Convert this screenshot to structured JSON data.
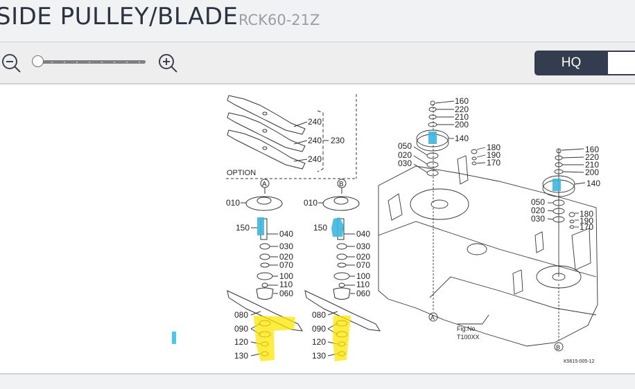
{
  "header": {
    "title": "SIDE PULLEY/BLADE",
    "model": "RCK60-21Z"
  },
  "toolbar": {
    "zoom_out_icon": "zoom-out-icon",
    "zoom_in_icon": "zoom-in-icon",
    "zoom_level": 0,
    "quality": {
      "hq_label": "HQ",
      "selected": "HQ"
    }
  },
  "diagram": {
    "option_label": "OPTION",
    "option_group": {
      "blades": [
        "240",
        "240",
        "240"
      ],
      "set": "230"
    },
    "spindle_a": {
      "marker": "A",
      "parts": [
        "010",
        "150",
        "040",
        "030",
        "020",
        "070",
        "100",
        "110",
        "060",
        "080",
        "090",
        "120",
        "130"
      ]
    },
    "spindle_b": {
      "marker": "B",
      "parts": [
        "010",
        "150",
        "040",
        "030",
        "020",
        "070",
        "100",
        "110",
        "060",
        "080",
        "090",
        "120",
        "130"
      ]
    },
    "pulley_top": {
      "parts": [
        "160",
        "220",
        "210",
        "200",
        "140",
        "050",
        "020",
        "030",
        "180",
        "190",
        "170"
      ]
    },
    "pulley_right": {
      "parts": [
        "160",
        "220",
        "210",
        "200",
        "140",
        "050",
        "020",
        "030",
        "180",
        "190",
        "170"
      ]
    },
    "deck_markers": [
      "A",
      "B"
    ],
    "fig_label": "Fig.No.",
    "fig_number": "T100XX",
    "drawing_code": "K5615-005-12",
    "highlight_colors": {
      "selected": "#3bb8e0",
      "highlight": "#ffe600"
    }
  }
}
